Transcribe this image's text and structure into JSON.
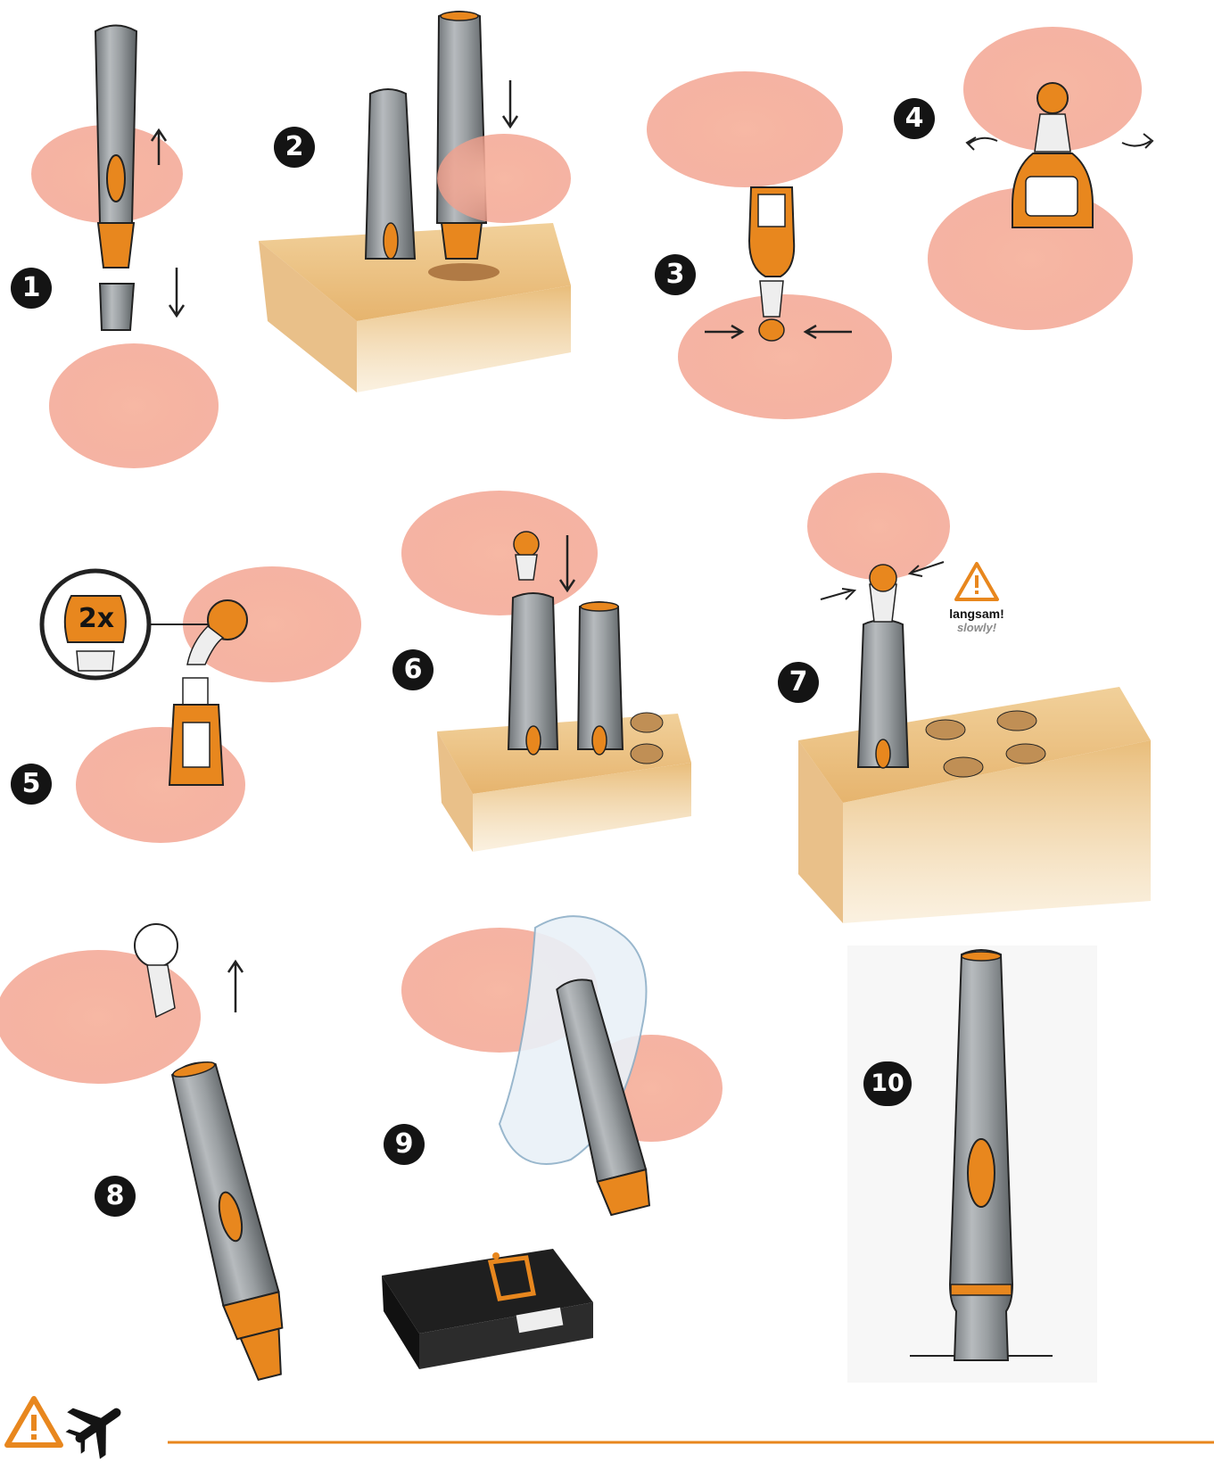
{
  "steps": [
    {
      "number": "1"
    },
    {
      "number": "2"
    },
    {
      "number": "3"
    },
    {
      "number": "4"
    },
    {
      "number": "5"
    },
    {
      "number": "6"
    },
    {
      "number": "7"
    },
    {
      "number": "8"
    },
    {
      "number": "9"
    },
    {
      "number": "10"
    }
  ],
  "step5_badge": "2x",
  "warning": {
    "de": "langsam!",
    "en": "slowly!"
  },
  "footer": {
    "warning_icon": "warning-triangle-icon",
    "travel_icon": "airplane-icon"
  },
  "colors": {
    "accent_orange": "#e8871e",
    "skin": "#f0a08a",
    "pen_gray": "#8e9396",
    "box_tan": "#e7b977",
    "ink": "#141414"
  }
}
